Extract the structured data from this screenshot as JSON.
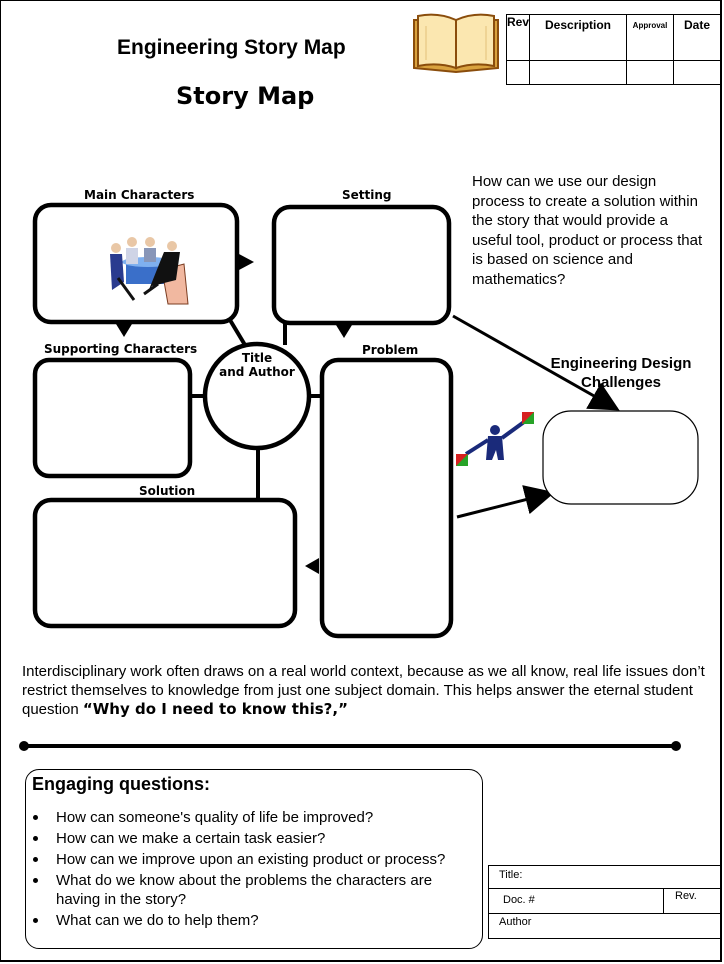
{
  "header": {
    "title": "Engineering Story Map",
    "subtitle": "Story Map"
  },
  "revision_table": {
    "headers": [
      "Rev",
      "Description",
      "Approval",
      "Date"
    ]
  },
  "story_map": {
    "main_characters_label": "Main Characters",
    "setting_label": "Setting",
    "supporting_characters_label": "Supporting Characters",
    "title_author_label_line1": "Title",
    "title_author_label_line2": "and Author",
    "problem_label": "Problem",
    "solution_label": "Solution"
  },
  "design_question": "How can we use our design process to create a solution within the story that would provide a useful tool, product or process that is based on science and mathematics?",
  "engineering_design_challenges": {
    "line1": "Engineering Design",
    "line2": "Challenges"
  },
  "paragraph": {
    "text": "Interdisciplinary work often draws on a real world context, because as we all know, real life issues don’t restrict themselves to knowledge from just one subject domain. This helps answer the eternal student question ",
    "emphasis": "“Why do I need to know this?,”"
  },
  "engaging_questions": {
    "title": "Engaging questions:",
    "items": [
      "How can someone's quality of life be improved?",
      "How can we make a certain task easier?",
      "How can we improve upon an existing product or process?",
      "What do we know about the problems the characters are having in the story?",
      "What can we do to help them?"
    ]
  },
  "title_block": {
    "title_label": "Title:",
    "doc_label": "Doc. #",
    "rev_label": "Rev.",
    "author_label": "Author"
  },
  "icons": [
    "open-book-icon",
    "meeting-people-icon",
    "flag-signaler-icon"
  ],
  "colors": {
    "book": "#f5d98c",
    "book_outline": "#c97a1e",
    "figure": "#1a2a7a",
    "flag_red": "#d62020",
    "flag_green": "#27a327"
  }
}
